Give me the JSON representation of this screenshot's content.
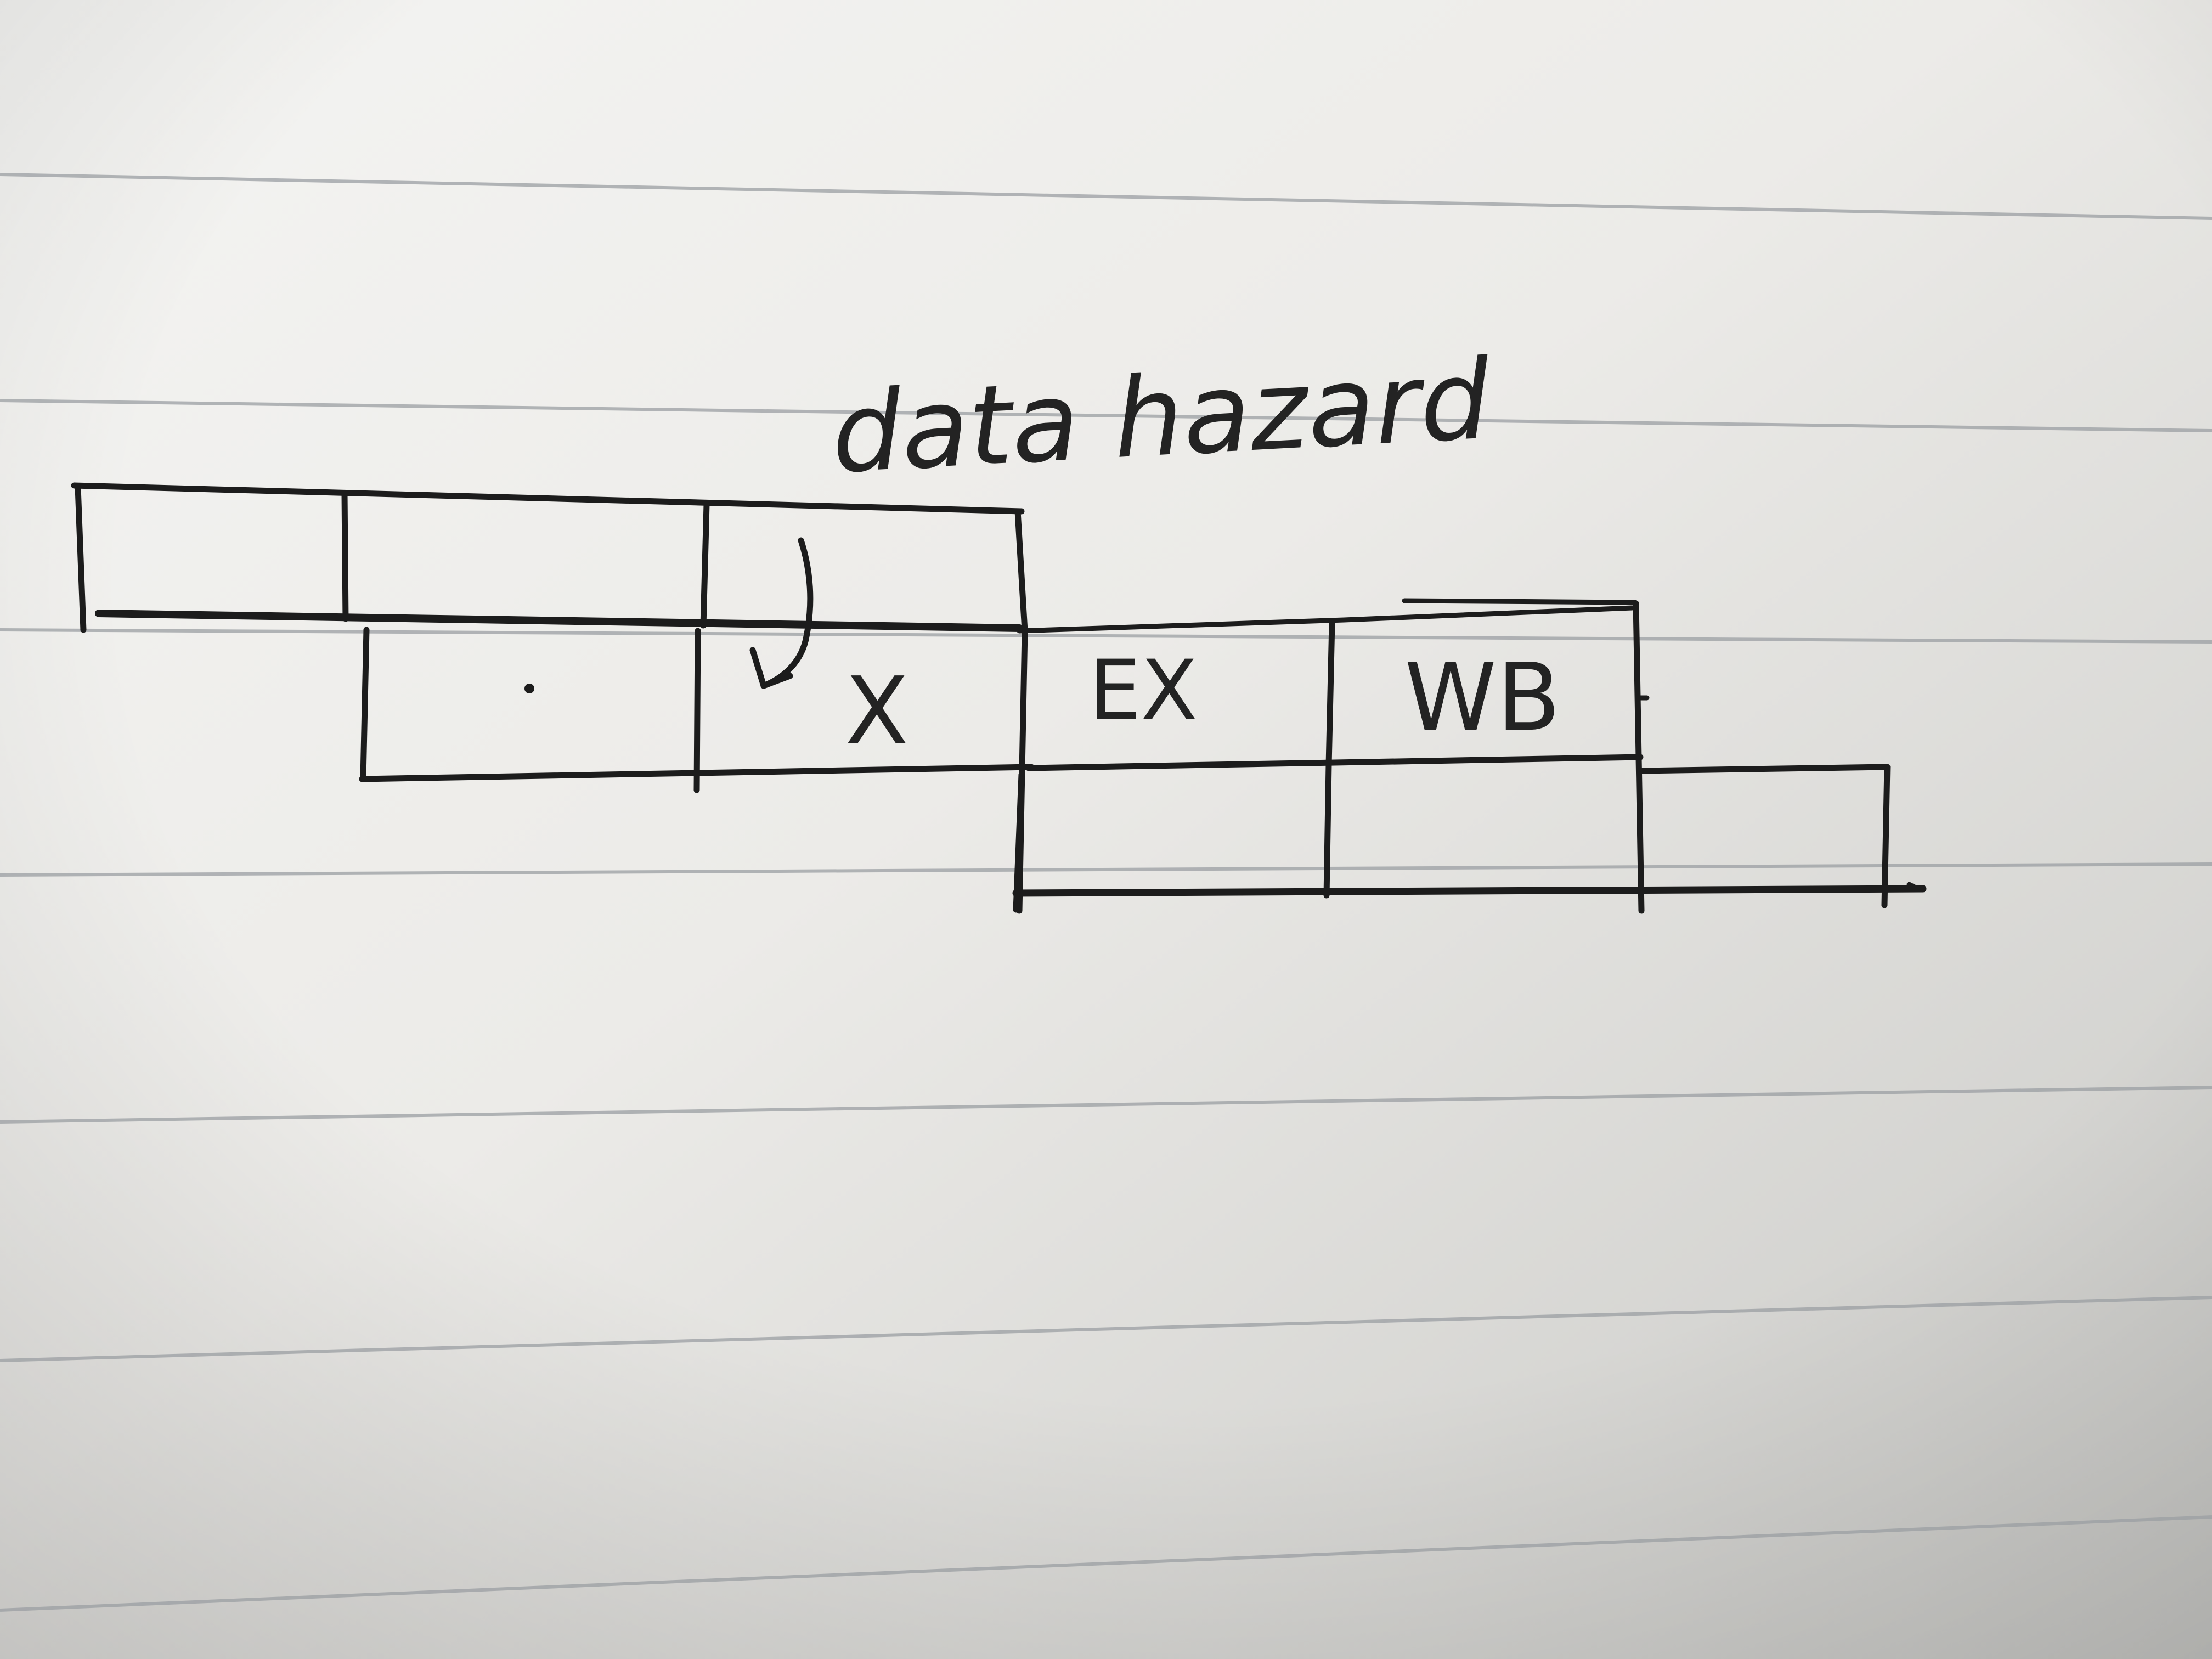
{
  "diagram": {
    "annotation": "data hazard",
    "stage_labels": {
      "stall": "X",
      "execute": "EX",
      "writeback": "WB"
    },
    "colors": {
      "ink": "#1c1c1c",
      "paper_light": "#f1f1ef",
      "paper_shadow": "#c9c9c6",
      "ruled_line": "#9b9fa3"
    },
    "icons": {
      "dependency_arrow": "curved-down-arrow-icon"
    }
  }
}
